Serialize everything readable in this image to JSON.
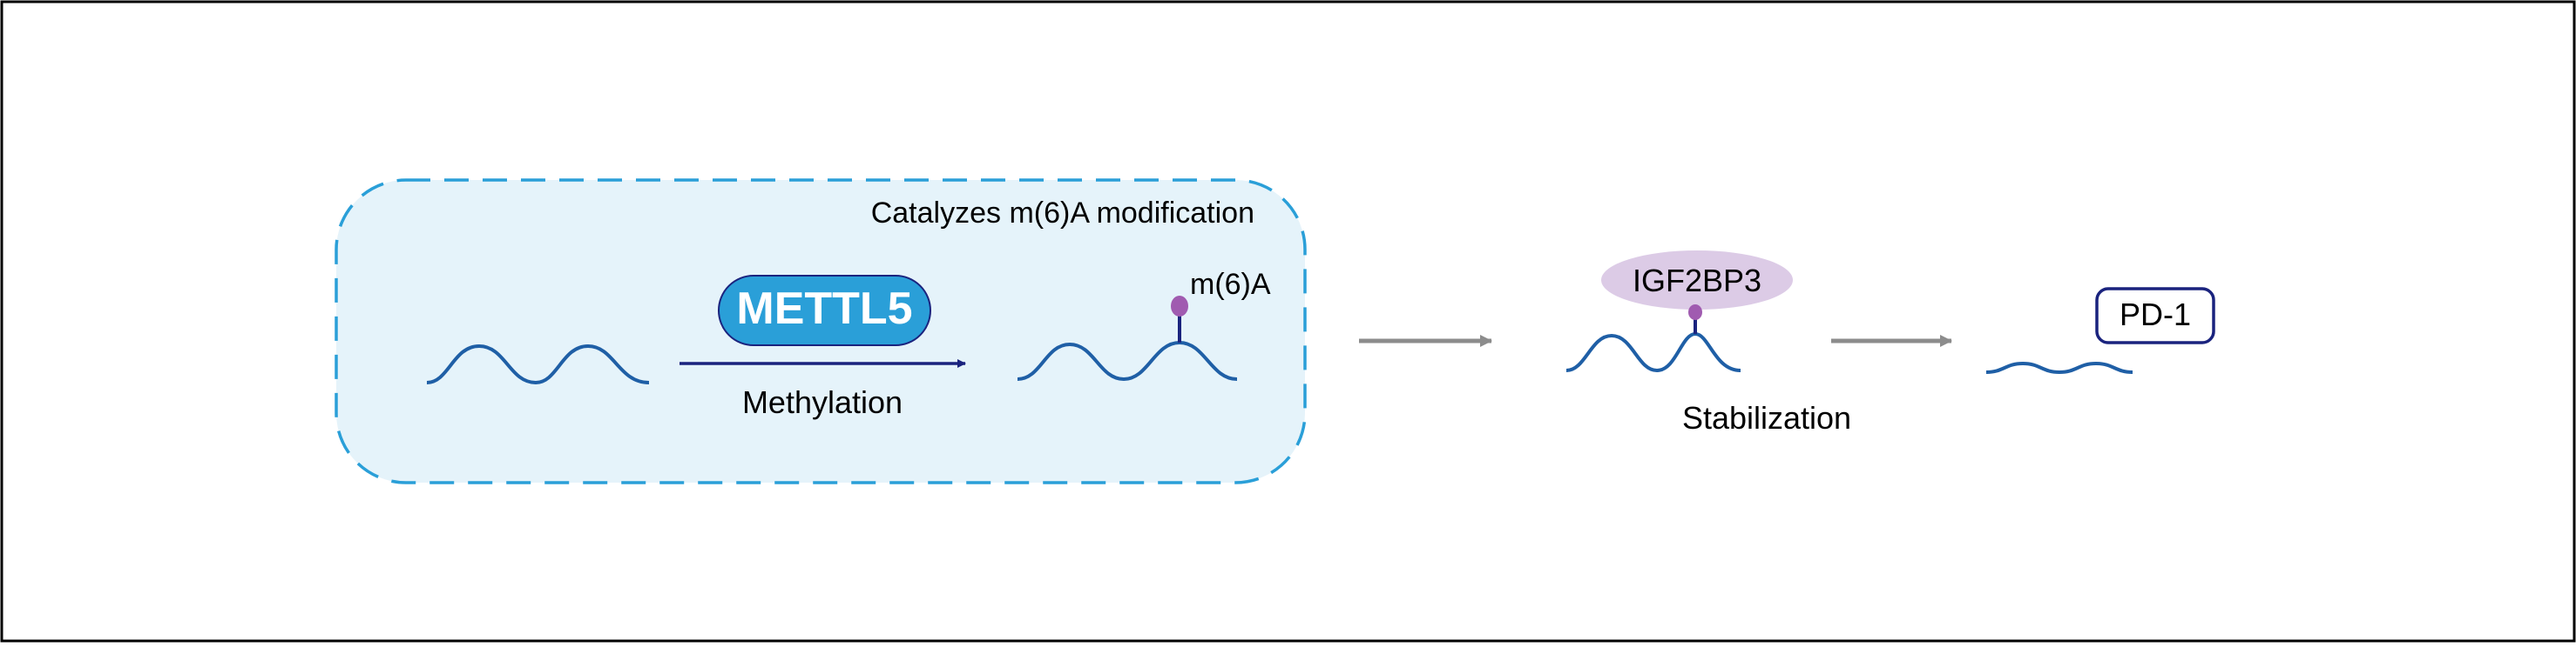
{
  "diagram": {
    "catalysis_caption": "Catalyzes m(6)A modification",
    "enzyme_label": "METTL5",
    "process_label": "Methylation",
    "mark_label": "m(6)A",
    "reader_label": "IGF2BP3",
    "stabilization_label": "Stabilization",
    "target_label": "PD-1"
  },
  "colors": {
    "box_fill": "#e5f3fa",
    "box_border": "#2a9fd8",
    "enzyme_fill": "#2a9fd8",
    "rna_strand": "#1f5fa6",
    "methylation_arrow": "#1a237e",
    "mark": "#a05bb0",
    "mark_stem": "#1a237e",
    "reader_fill": "#dccbe6",
    "flow_arrow": "#8c8c8c",
    "target_border": "#1a237e"
  }
}
